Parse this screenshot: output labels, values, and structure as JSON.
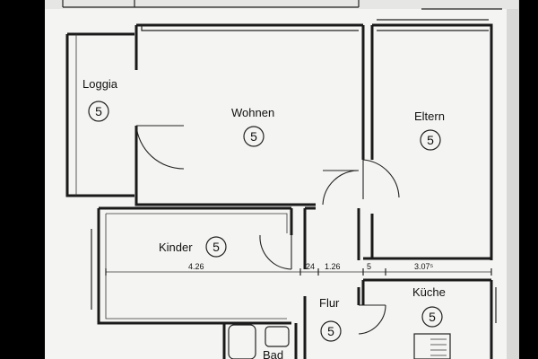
{
  "rooms": {
    "loggia": {
      "name": "Loggia",
      "number": "5"
    },
    "wohnen": {
      "name": "Wohnen",
      "number": "5"
    },
    "eltern": {
      "name": "Eltern",
      "number": "5"
    },
    "kinder": {
      "name": "Kinder",
      "number": "5"
    },
    "flur": {
      "name": "Flur",
      "number": "5"
    },
    "kueche": {
      "name": "Küche",
      "number": "5"
    },
    "bad": {
      "name": "Bad"
    }
  },
  "dimensions": {
    "kinder_width": "4.26",
    "wall_a": "24",
    "flur_width": "1.26",
    "wall_b": "5",
    "kueche_width": "3.07⁵"
  },
  "colors": {
    "paper": "#f4f4f2",
    "line": "#1a1a1a",
    "frame": "#000000"
  }
}
